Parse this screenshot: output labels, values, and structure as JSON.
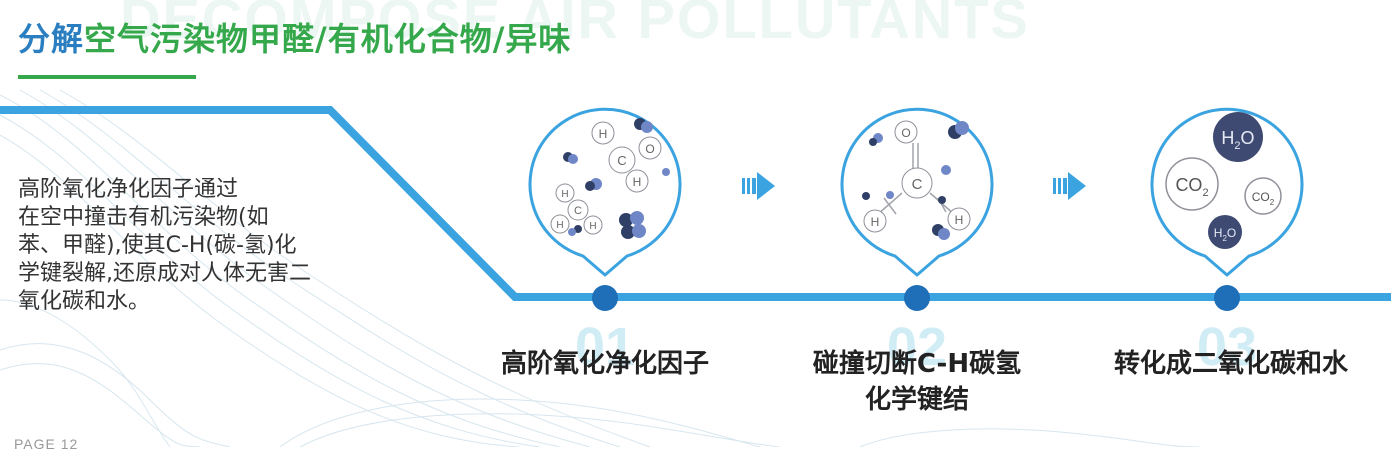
{
  "header": {
    "watermark": "DECOMPOSE AIR POLLUTANTS",
    "title_accent": "分解",
    "title_main": "空气污染物甲醛/有机化合物/异味"
  },
  "description": "高阶氧化净化因子通过\n在空中撞击有机污染物(如\n苯、甲醛),使其C-H(碳-氢)化\n学键裂解,还原成对人体无害二\n氧化碳和水。",
  "steps": [
    {
      "number": "01",
      "label": "高阶氧化净化因子"
    },
    {
      "number": "02",
      "label": "碰撞切断C-H碳氢\n化学键结"
    },
    {
      "number": "03",
      "label": "转化成二氧化碳和水"
    }
  ],
  "molecules": {
    "h": "H",
    "c": "C",
    "o": "O",
    "co2_main": "CO",
    "co2_sub": "2",
    "h2o_h": "H",
    "h2o_sub": "2",
    "h2o_o": "O"
  },
  "footer": {
    "page": "PAGE 12"
  },
  "colors": {
    "accent_blue": "#2b7fc0",
    "accent_green": "#34a84b",
    "line_blue": "#3aa3e0",
    "dot_blue": "#1f6fb8"
  }
}
